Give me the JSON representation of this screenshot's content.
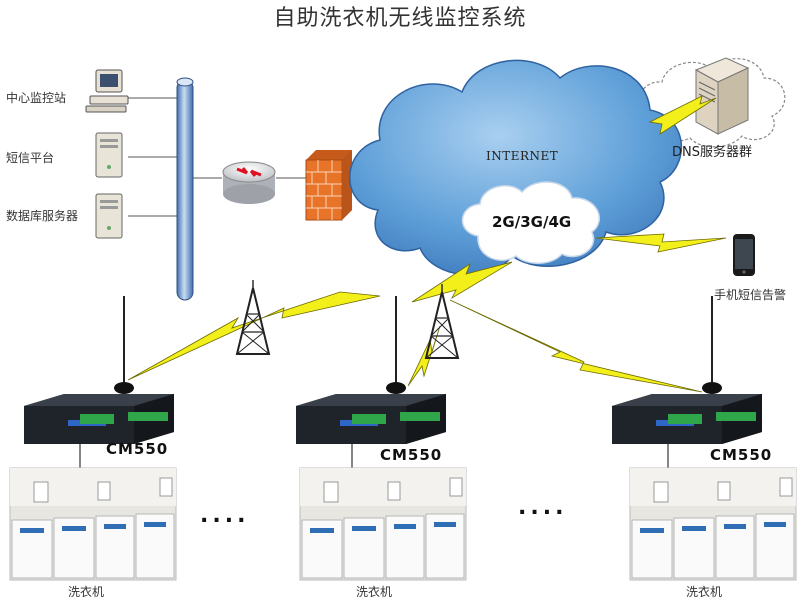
{
  "diagram": {
    "title": "自助洗衣机无线监控系统",
    "center_nodes": [
      {
        "label": "中心监控站"
      },
      {
        "label": "短信平台"
      },
      {
        "label": "数据库服务器"
      }
    ],
    "internet_label": "INTERNET",
    "network_label": "2G/3G/4G",
    "dns_label": "DNS服务器群",
    "phone_label": "手机短信告警",
    "devices": [
      {
        "model": "CM550",
        "caption": "洗衣机"
      },
      {
        "model": "CM550",
        "caption": "洗衣机"
      },
      {
        "model": "CM550",
        "caption": "洗衣机"
      }
    ],
    "ellipsis": "....",
    "colors": {
      "cloud": "#6aa8dd",
      "cloud_dark": "#3f7fc0",
      "lightning": "#f3ef1a",
      "firewall": "#e8742a",
      "backbone": "#7fa3d4"
    }
  }
}
